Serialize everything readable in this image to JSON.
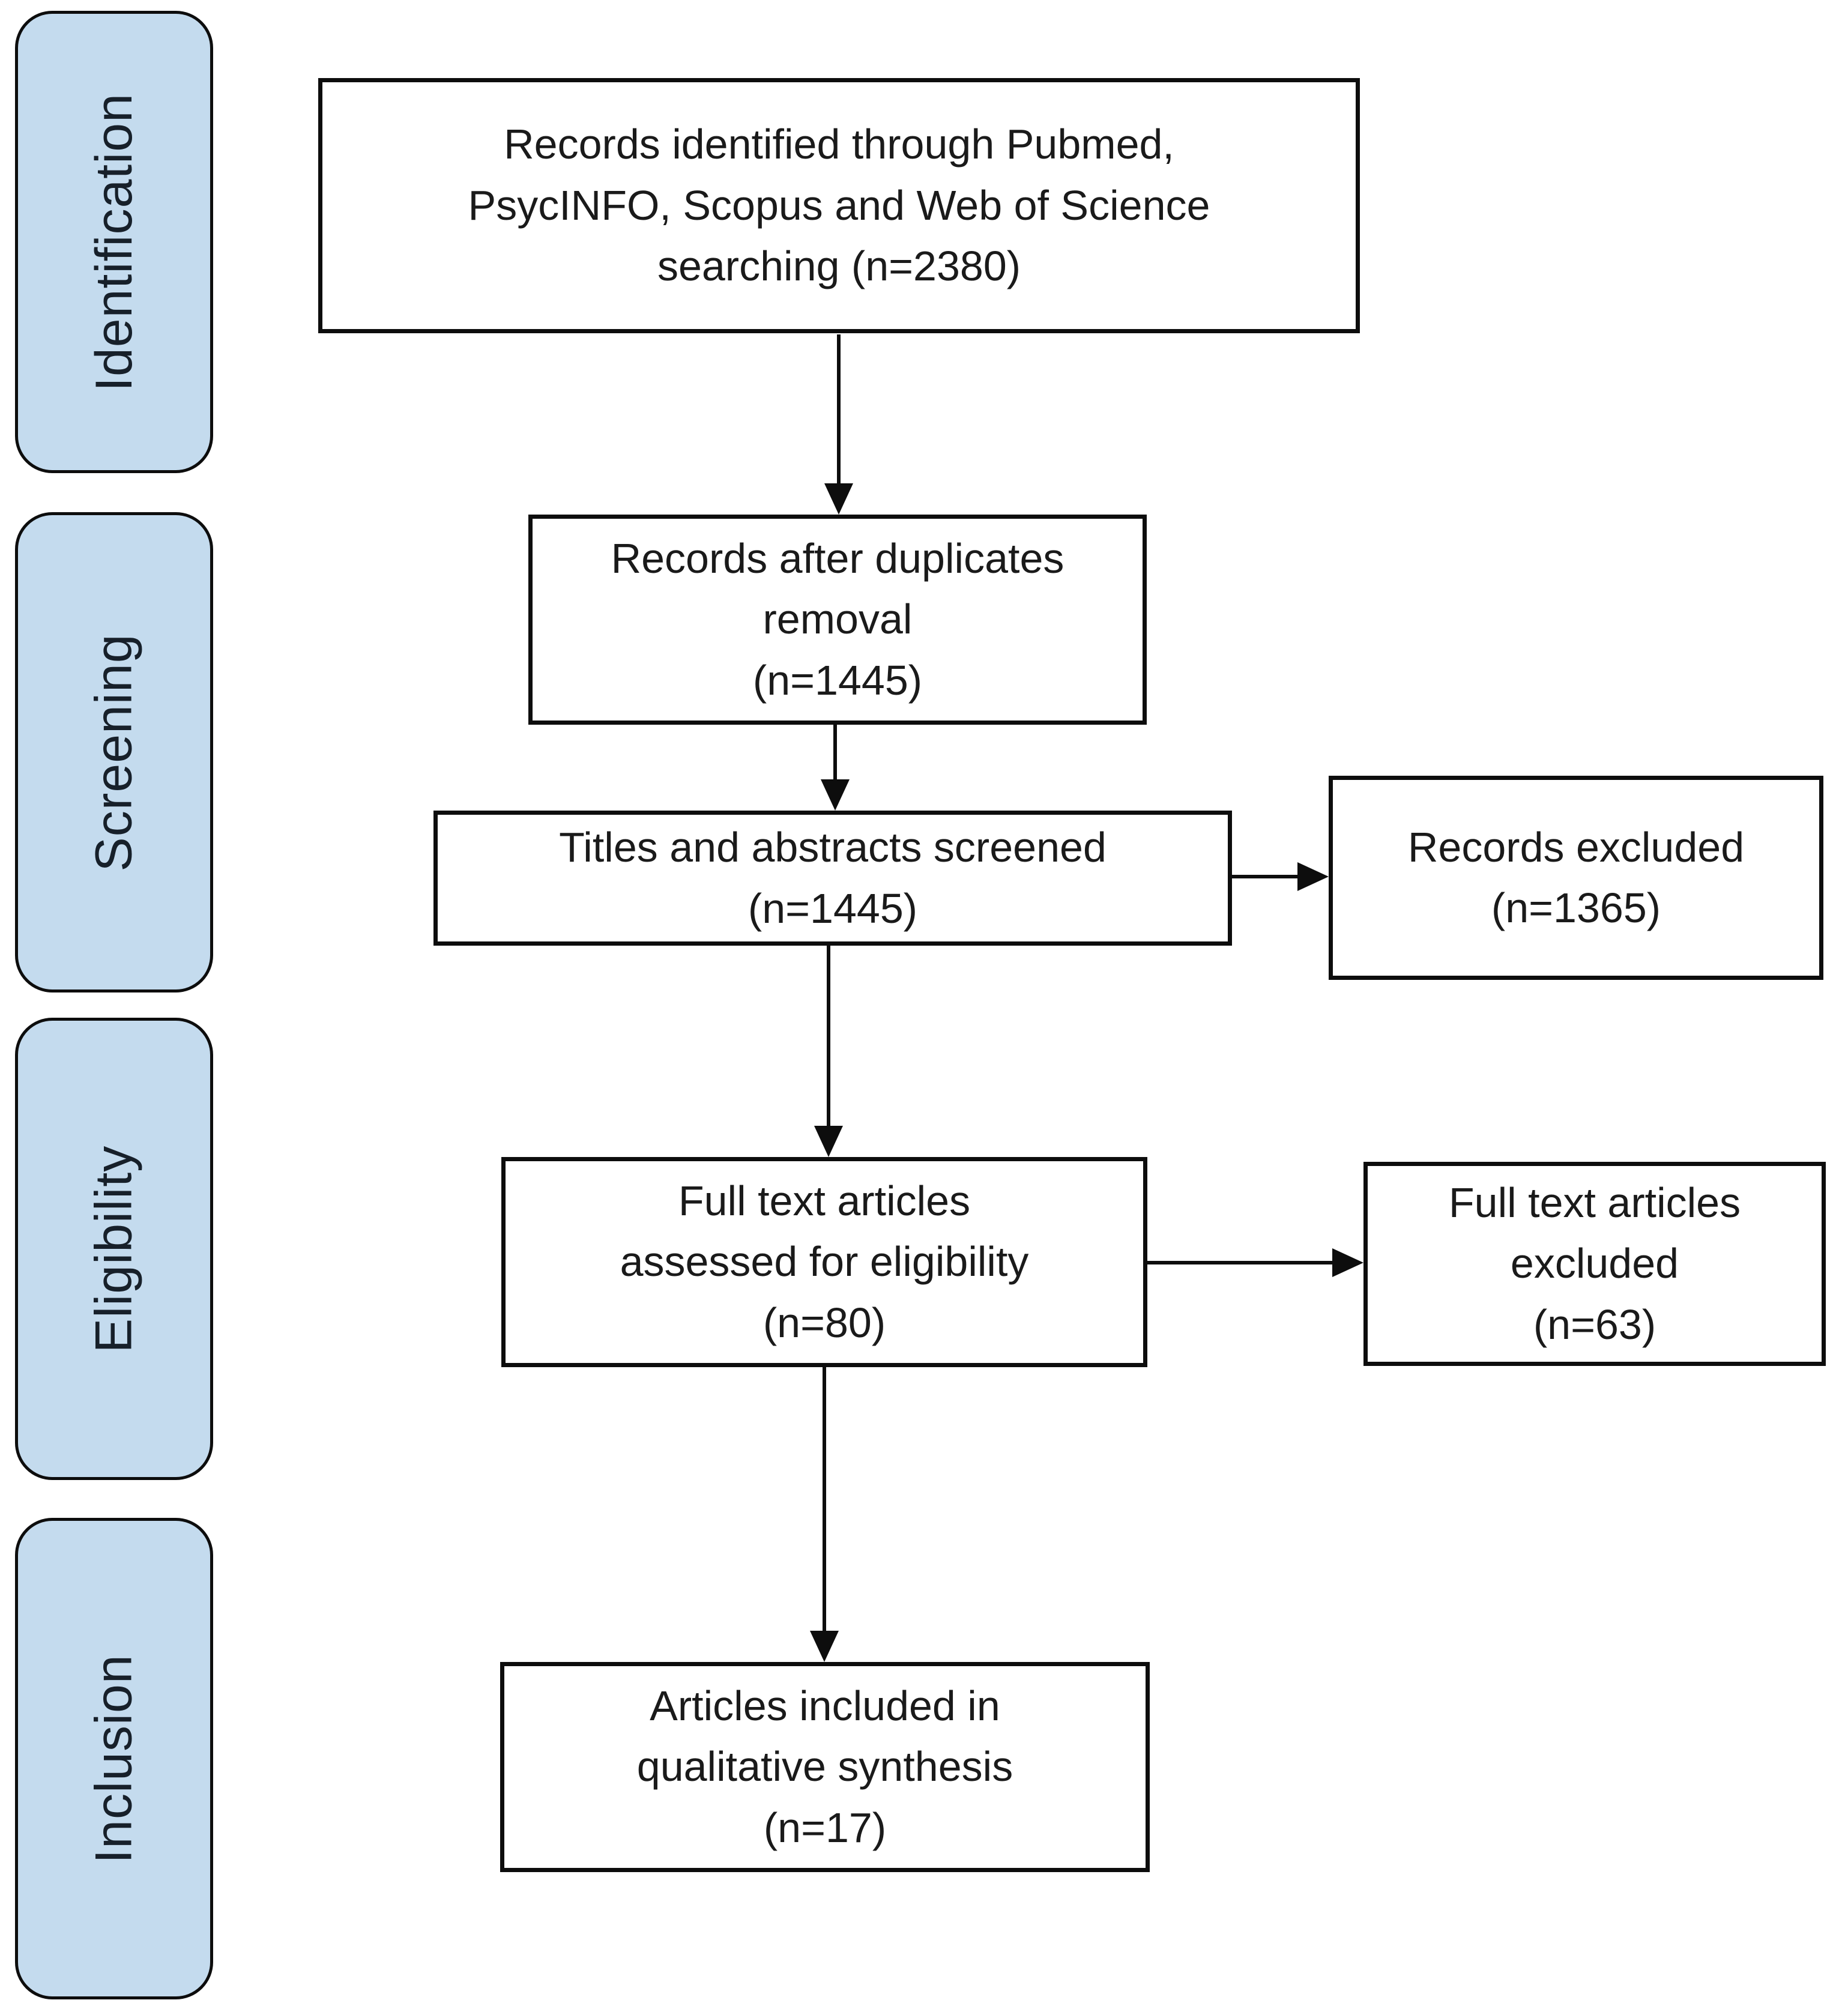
{
  "stages": [
    {
      "label": "Identification"
    },
    {
      "label": "Screening"
    },
    {
      "label": "Eligibility"
    },
    {
      "label": "Inclusion"
    }
  ],
  "boxes": {
    "identified": {
      "text": "Records identified through Pubmed,\nPsycINFO, Scopus and Web of Science\nsearching (n=2380)"
    },
    "after_duplicates": {
      "text": "Records after duplicates\nremoval\n(n=1445)"
    },
    "screened": {
      "text": "Titles and abstracts screened\n(n=1445)"
    },
    "records_excluded": {
      "text": "Records excluded\n(n=1365)"
    },
    "full_text_assessed": {
      "text": "Full text articles\nassessed for eligibility\n(n=80)"
    },
    "full_text_excluded": {
      "text": "Full text articles\nexcluded\n(n=63)"
    },
    "included": {
      "text": "Articles included in\nqualitative synthesis\n(n=17)"
    }
  },
  "theme": {
    "background": "#ffffff",
    "stage_fill": "#c4dbee",
    "box_fill": "#ffffff",
    "border_color": "#0d0d0d",
    "stage_text_color": "#17202a",
    "box_text_color": "#1a1a1a"
  }
}
